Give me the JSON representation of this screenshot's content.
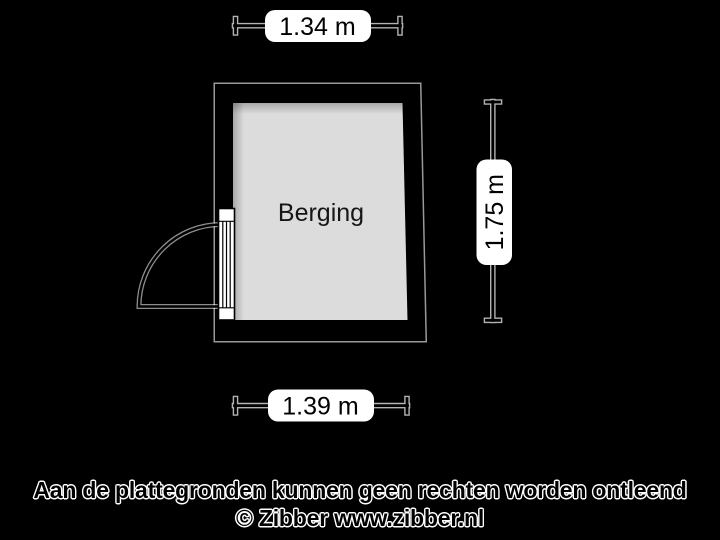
{
  "page": {
    "background_color": "#000000"
  },
  "floorplan": {
    "room": {
      "label": "Berging",
      "floor_color": "#dcdcdc",
      "wall_color": "#000000"
    },
    "dimensions": {
      "top": {
        "label": "1.34 m"
      },
      "right": {
        "label": "1.75 m"
      },
      "bottom": {
        "label": "1.39 m"
      }
    },
    "style": {
      "dimension_label_bg": "#ffffff",
      "dimension_label_text": "#000000",
      "line_color": "#000000",
      "halo_color": "#ffffff"
    }
  },
  "footer": {
    "disclaimer": "Aan de plattegronden kunnen geen rechten worden ontleend",
    "copyright": "© Zibber www.zibber.nl"
  }
}
